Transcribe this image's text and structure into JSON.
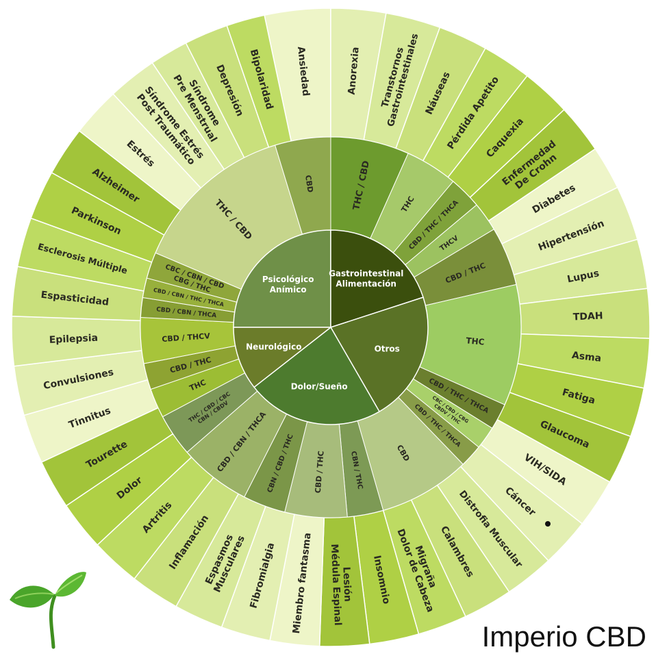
{
  "brand": "Imperio CBD",
  "palette": [
    "#eef5c8",
    "#e3efb2",
    "#d7e99a",
    "#c9e07c",
    "#bddb62",
    "#afd045",
    "#a2c43a"
  ],
  "core": [
    {
      "label": [
        "Psicológico",
        "Anímico"
      ],
      "a0": 270,
      "a1": 360,
      "color": "#6f9048"
    },
    {
      "label": [
        "Gastrointestinal",
        "Alimentación"
      ],
      "a0": 0,
      "a1": 72,
      "color": "#3b4f0d"
    },
    {
      "label": [
        "Otros"
      ],
      "a0": 72,
      "a1": 150,
      "color": "#5a7226"
    },
    {
      "label": [
        "Dolor/Sueño"
      ],
      "a0": 150,
      "a1": 232,
      "color": "#4d7b2e"
    },
    {
      "label": [
        "Neurológico"
      ],
      "a0": 232,
      "a1": 270,
      "color": "#6b7c2a"
    }
  ],
  "middle": [
    {
      "label": [
        "THC / CBD"
      ],
      "a0": 293,
      "a1": 343,
      "color": "#c6d58c",
      "fs": 13
    },
    {
      "label": [
        "CBD"
      ],
      "a0": 343,
      "a1": 360,
      "color": "#8fa84e",
      "fs": 11
    },
    {
      "label": [
        "THC / CBD"
      ],
      "a0": 0,
      "a1": 24,
      "color": "#6d9b2e",
      "fs": 13
    },
    {
      "label": [
        "THC"
      ],
      "a0": 24,
      "a1": 40,
      "color": "#a6c96a",
      "fs": 11
    },
    {
      "label": [
        "CBD / THC / THCA"
      ],
      "a0": 40,
      "a1": 50,
      "color": "#7fa23a",
      "fs": 10
    },
    {
      "label": [
        "THCV"
      ],
      "a0": 50,
      "a1": 59,
      "color": "#9cc260",
      "fs": 10
    },
    {
      "label": [
        "CBD / THC"
      ],
      "a0": 59,
      "a1": 77,
      "color": "#7a8f3a",
      "fs": 11
    },
    {
      "label": [
        "THC"
      ],
      "a0": 77,
      "a1": 114,
      "color": "#9dcc62",
      "fs": 12
    },
    {
      "label": [
        "CBD / THC / THCA"
      ],
      "a0": 114,
      "a1": 122,
      "color": "#6b7f2e",
      "fs": 10
    },
    {
      "label": [
        "CBC / CBD / CBG",
        "CBDV / THC"
      ],
      "a0": 122,
      "a1": 129,
      "color": "#a9d06a",
      "fs": 7
    },
    {
      "label": [
        "CBD / THC / THCA"
      ],
      "a0": 129,
      "a1": 136,
      "color": "#889c48",
      "fs": 9
    },
    {
      "label": [
        "CBD"
      ],
      "a0": 136,
      "a1": 164,
      "color": "#b5c987",
      "fs": 11
    },
    {
      "label": [
        "CBN / THC"
      ],
      "a0": 164,
      "a1": 175,
      "color": "#7d9a55",
      "fs": 10
    },
    {
      "label": [
        "CBD / THC"
      ],
      "a0": 175,
      "a1": 194,
      "color": "#a7bc7b",
      "fs": 11
    },
    {
      "label": [
        "CBN / CBD / THC"
      ],
      "a0": 194,
      "a1": 207,
      "color": "#7b9648",
      "fs": 10
    },
    {
      "label": [
        "CBD / CBN / THCA"
      ],
      "a0": 207,
      "a1": 229,
      "color": "#9bb267",
      "fs": 11
    },
    {
      "label": [
        "THC / CBD / CBC",
        "CBN / CBDV"
      ],
      "a0": 229,
      "a1": 242,
      "color": "#7d9858",
      "fs": 8
    },
    {
      "label": [
        "THC"
      ],
      "a0": 242,
      "a1": 251,
      "color": "#9cbd34",
      "fs": 11
    },
    {
      "label": [
        "CBD / THC"
      ],
      "a0": 251,
      "a1": 259,
      "color": "#8ea332",
      "fs": 11
    },
    {
      "label": [
        "CBD / THCV"
      ],
      "a0": 259,
      "a1": 273,
      "color": "#a7c43a",
      "fs": 11
    },
    {
      "label": [
        "CBD / CBN / THCA"
      ],
      "a0": 273,
      "a1": 279,
      "color": "#879e34",
      "fs": 9
    },
    {
      "label": [
        "CBD / CBN / THC / THCA"
      ],
      "a0": 279,
      "a1": 285,
      "color": "#98b03c",
      "fs": 8
    },
    {
      "label": [
        "CBC / CBN / CBD",
        "CBG / THC"
      ],
      "a0": 285,
      "a1": 293,
      "color": "#8fa63b",
      "fs": 10
    }
  ],
  "outer": [
    {
      "label": [
        "Ansiedad"
      ],
      "a0": 348,
      "a1": 360
    },
    {
      "label": [
        "Anorexia"
      ],
      "a0": 0,
      "a1": 10
    },
    {
      "label": [
        "Transtornos",
        "Gastrointestinales"
      ],
      "a0": 10,
      "a1": 20
    },
    {
      "label": [
        "Náuseas"
      ],
      "a0": 20,
      "a1": 29
    },
    {
      "label": [
        "Pérdida Apetito"
      ],
      "a0": 29,
      "a1": 38
    },
    {
      "label": [
        "Caquexia"
      ],
      "a0": 38,
      "a1": 47
    },
    {
      "label": [
        "Enfermedad",
        "De Crohn"
      ],
      "a0": 47,
      "a1": 56
    },
    {
      "label": [
        "Diabetes"
      ],
      "a0": 56,
      "a1": 64
    },
    {
      "label": [
        "Hipertensión"
      ],
      "a0": 64,
      "a1": 74
    },
    {
      "label": [
        "Lupus"
      ],
      "a0": 74,
      "a1": 83
    },
    {
      "label": [
        "TDAH"
      ],
      "a0": 83,
      "a1": 92
    },
    {
      "label": [
        "Asma"
      ],
      "a0": 92,
      "a1": 101
    },
    {
      "label": [
        "Fatiga"
      ],
      "a0": 101,
      "a1": 110
    },
    {
      "label": [
        "Glaucoma"
      ],
      "a0": 110,
      "a1": 119
    },
    {
      "label": [
        "VIH/SIDA"
      ],
      "a0": 119,
      "a1": 128
    },
    {
      "label": [
        "Cáncer"
      ],
      "a0": 128,
      "a1": 137
    },
    {
      "label": [
        "Distrofia Muscular"
      ],
      "a0": 137,
      "a1": 146
    },
    {
      "label": [
        "Calambres"
      ],
      "a0": 146,
      "a1": 155
    },
    {
      "label": [
        "Migraña",
        "Dolor de Cabeza"
      ],
      "a0": 155,
      "a1": 164
    },
    {
      "label": [
        "Insomnio"
      ],
      "a0": 164,
      "a1": 173
    },
    {
      "label": [
        "Lesión",
        "Médula Espinal"
      ],
      "a0": 173,
      "a1": 182
    },
    {
      "label": [
        "Miembro fantasma"
      ],
      "a0": 182,
      "a1": 191
    },
    {
      "label": [
        "Fibromialgia"
      ],
      "a0": 191,
      "a1": 200
    },
    {
      "label": [
        "Espasmos",
        "Musculares"
      ],
      "a0": 200,
      "a1": 209
    },
    {
      "label": [
        "Inflamación"
      ],
      "a0": 209,
      "a1": 218
    },
    {
      "label": [
        "Artritis"
      ],
      "a0": 218,
      "a1": 227
    },
    {
      "label": [
        "Dolor"
      ],
      "a0": 227,
      "a1": 236
    },
    {
      "label": [
        "Tourette"
      ],
      "a0": 236,
      "a1": 245
    },
    {
      "label": [
        "Tinnitus"
      ],
      "a0": 245,
      "a1": 254
    },
    {
      "label": [
        "Convulsiones"
      ],
      "a0": 254,
      "a1": 263
    },
    {
      "label": [
        "Epilepsia"
      ],
      "a0": 263,
      "a1": 272
    },
    {
      "label": [
        "Espasticidad"
      ],
      "a0": 272,
      "a1": 281
    },
    {
      "label": [
        "Esclerosis Múltiple"
      ],
      "a0": 281,
      "a1": 290
    },
    {
      "label": [
        "Parkinson"
      ],
      "a0": 290,
      "a1": 299
    },
    {
      "label": [
        "Alzheimer"
      ],
      "a0": 299,
      "a1": 308
    },
    {
      "label": [
        "Estrés"
      ],
      "a0": 308,
      "a1": 317
    },
    {
      "label": [
        "Síndrome Estrés",
        "Post Traumático"
      ],
      "a0": 317,
      "a1": 326
    },
    {
      "label": [
        "Síndrome",
        "Pre Menstrual"
      ],
      "a0": 326,
      "a1": 333
    },
    {
      "label": [
        "Depresión"
      ],
      "a0": 333,
      "a1": 341
    },
    {
      "label": [
        "Bipolaridad"
      ],
      "a0": 341,
      "a1": 348
    }
  ]
}
